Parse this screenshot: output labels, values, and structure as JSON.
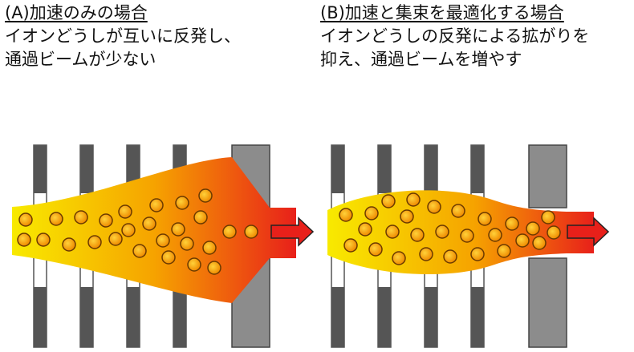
{
  "panel_a": {
    "title": "(A)加速のみの場合",
    "line1": "イオンどうしが互いに反発し、",
    "line2": "通過ビームが少ない"
  },
  "panel_b": {
    "title": "(B)加速と集束を最適化する場合",
    "line1": "イオンどうしの反発による拡がりを",
    "line2": "抑え、通過ビームを増やす"
  },
  "colors": {
    "beam_start": "#f7e600",
    "beam_end": "#e8201a",
    "ion_fill": "#f39800",
    "electrode": "#555555",
    "block": "#8c8c8c",
    "arrow": "#e8201a"
  }
}
